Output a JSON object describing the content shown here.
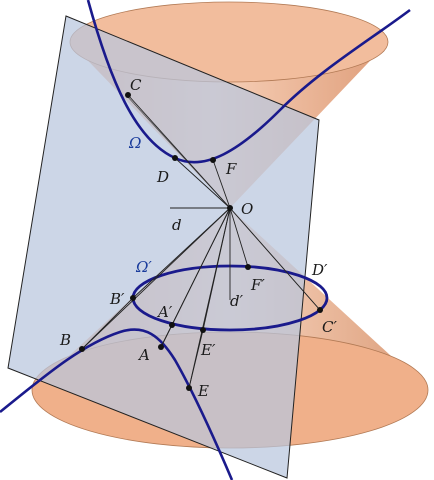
{
  "labels": {
    "C": "C",
    "D": "D",
    "F": "F",
    "O": "O",
    "d": "d",
    "omega": "Ω",
    "omega_prime": "Ω′",
    "D_prime": "D′",
    "F_prime": "F′",
    "d_prime": "d′",
    "B_prime": "B′",
    "A_prime": "A′",
    "C_prime": "C′",
    "B": "B",
    "A": "A",
    "E_prime": "E′",
    "E": "E"
  },
  "colors": {
    "cone_fill": "#f0b08a",
    "cone_edge": "#b27a55",
    "plane_fill": "#b8c6de",
    "plane_edge": "#222222",
    "curve": "#1a1a8c",
    "label_blue": "#1a3c9c"
  }
}
